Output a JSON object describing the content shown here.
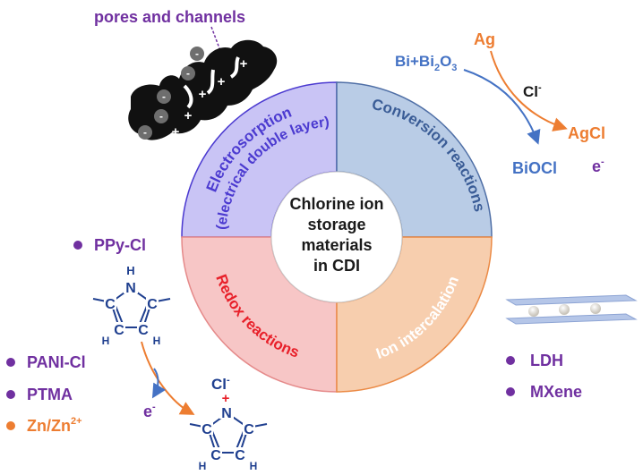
{
  "center": {
    "line1": "Chlorine ion",
    "line2": "storage",
    "line3": "materials",
    "line4": "in CDI"
  },
  "quadrants": {
    "electrosorption": {
      "line1": "Electrosorption",
      "line2": "(electrical double layer)",
      "fill": "#c9c4f5",
      "stroke": "#4b3ad0",
      "text_color": "#4b3ad0"
    },
    "conversion": {
      "label": "Conversion reactions",
      "fill": "#b9cce6",
      "stroke": "#4f6fa6",
      "text_color": "#3a5c96"
    },
    "redox": {
      "label": "Redox reactions",
      "fill": "#f7c6c6",
      "stroke": "#e58a8a",
      "text_color": "#e8202a"
    },
    "intercalation": {
      "label": "Ion intercalation",
      "fill": "#f7ceae",
      "stroke": "#eb8a45",
      "text_color": "#ffffff"
    }
  },
  "pores": {
    "title": "pores and channels",
    "minus_sign": "-",
    "plus_sign": "+"
  },
  "conversion_scheme": {
    "ag": "Ag",
    "bi_prefix": "Bi+Bi",
    "bi_sub": "2",
    "bi_o": "O",
    "bi_sub2": "3",
    "cl": "Cl",
    "cl_sup": "-",
    "agcl": "AgCl",
    "biocl": "BiOCl",
    "e": "e",
    "e_sup": "-"
  },
  "redox_materials": {
    "ppy": "PPy-Cl",
    "pani": "PANI-Cl",
    "ptma": "PTMA",
    "zn_prefix": "Zn/Zn",
    "zn_sup": "2+",
    "e": "e",
    "e_sup": "-",
    "cl": "Cl",
    "cl_sup": "-",
    "plus": "+"
  },
  "pyrrole": {
    "N": "N",
    "H": "H",
    "C": "C"
  },
  "intercalation_materials": {
    "ldh": "LDH",
    "mxene": "MXene"
  },
  "colors": {
    "purple": "#7030a0",
    "orange": "#ed7d31",
    "blue": "#4472c4",
    "red": "#e8202a",
    "dark_blue": "#1f3f8f"
  }
}
